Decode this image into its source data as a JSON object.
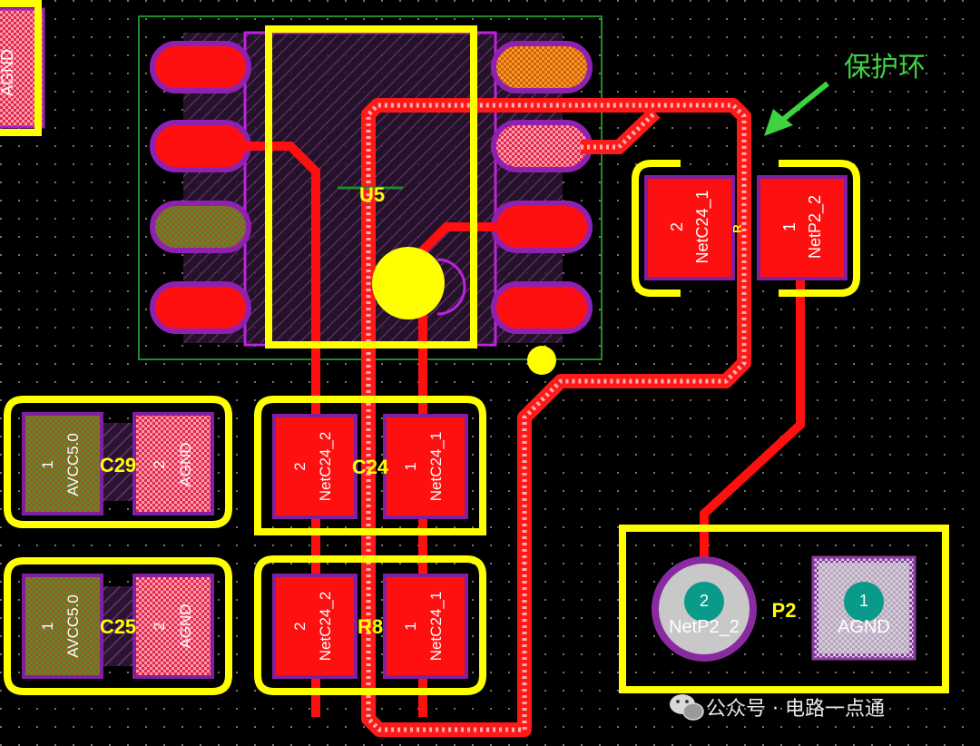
{
  "annotation": {
    "text": "保护环"
  },
  "designators": {
    "u5": "U5",
    "c29": "C29",
    "c25": "C25",
    "c24": "C24",
    "r8": "R8",
    "p2": "P2",
    "r_small": "R"
  },
  "pads": {
    "topleft_partial": {
      "net": "AGND"
    },
    "r_left": {
      "pin": "2",
      "net": "NetC24_1"
    },
    "r_right": {
      "pin": "1",
      "net": "NetP2_2"
    },
    "c29_left": {
      "pin": "1",
      "net": "AVCC5.0"
    },
    "c29_right": {
      "pin": "2",
      "net": "AGND"
    },
    "c25_left": {
      "pin": "1",
      "net": "AVCC5.0"
    },
    "c25_right": {
      "pin": "2",
      "net": "AGND"
    },
    "c24_left": {
      "pin": "2",
      "net": "NetC24_2"
    },
    "c24_right": {
      "pin": "1",
      "net": "NetC24_1"
    },
    "r8_left": {
      "pin": "2",
      "net": "NetC24_2"
    },
    "r8_right": {
      "pin": "1",
      "net": "NetC24_1"
    },
    "p2_pin2": {
      "pin": "2",
      "net": "NetP2_2"
    },
    "p2_pin1": {
      "pin": "1",
      "net": "AGND"
    }
  },
  "watermark": {
    "text": "公众号 · 电路一点通"
  },
  "colors": {
    "background": "#000000",
    "copper": "#ff0000",
    "silkscreen": "#ffff00",
    "guard_ring": "#ff3030",
    "solder_mask": "#a020c0",
    "pad_hole": "#0a9a8a",
    "annotation": "#3fd33f"
  }
}
